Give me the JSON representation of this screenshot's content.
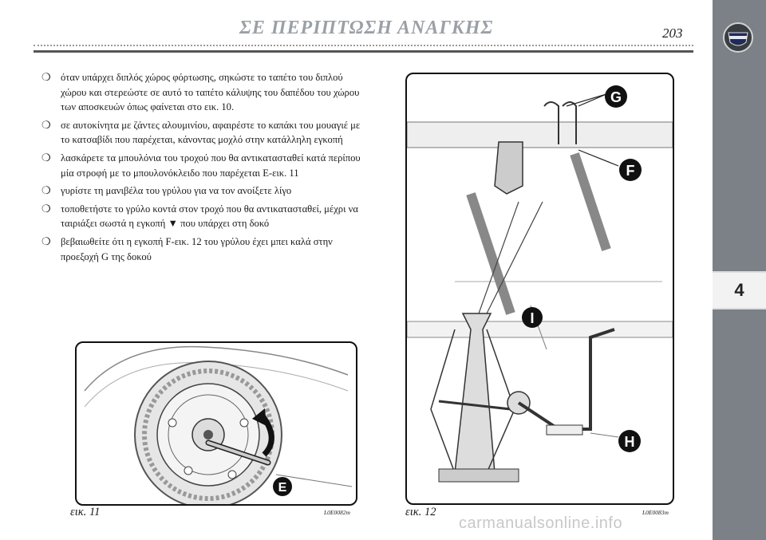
{
  "header": {
    "title": "ΣΕ ΠΕΡΙΠΤΩΣΗ ΑΝΑΓΚΗΣ",
    "page_number": "203"
  },
  "side_tab": {
    "chapter": "4",
    "logo_text": "LANCIA"
  },
  "bullets": [
    "όταν υπάρχει διπλός χώρος φόρτωσης, σηκώστε το ταπέτο του διπλού χώρου και στερεώστε σε αυτό το ταπέτο κάλυψης του δαπέδου του χώρου των αποσκευών όπως φαίνεται στο εικ. 10.",
    "σε αυτοκίνητα με ζάντες αλουμινίου, αφαιρέστε το καπάκι του μουαγιέ με το κατσαβίδι που παρέχεται, κάνοντας μοχλό στην κατάλληλη εγκοπή",
    "λασκάρετε τα μπουλόνια του τροχού που θα αντικατασταθεί κατά περίπου μία στροφή με το μπουλονόκλειδο που παρέχεται E-εικ. 11",
    "γυρίστε τη μανιβέλα του γρύλου για να τον ανοίξετε λίγο",
    "τοποθετήστε το γρύλο κοντά στον τροχό που θα αντικατασταθεί, μέχρι να ταιριάξει σωστά η εγκοπή ▼ που υπάρχει στη δοκό",
    "βεβαιωθείτε ότι η εγκοπή F-εικ. 12 του γρύλου έχει μπει καλά στην προεξοχή G της δοκού"
  ],
  "bullet_mark": "❍",
  "figures": {
    "fig11": {
      "caption": "εικ. 11",
      "code": "L0E0082m",
      "label_e": "E"
    },
    "fig12": {
      "caption": "εικ. 12",
      "code": "L0E0083m",
      "label_g": "G",
      "label_f": "F",
      "label_i": "I",
      "label_h": "H"
    }
  },
  "watermark": "carmanualsonline.info"
}
